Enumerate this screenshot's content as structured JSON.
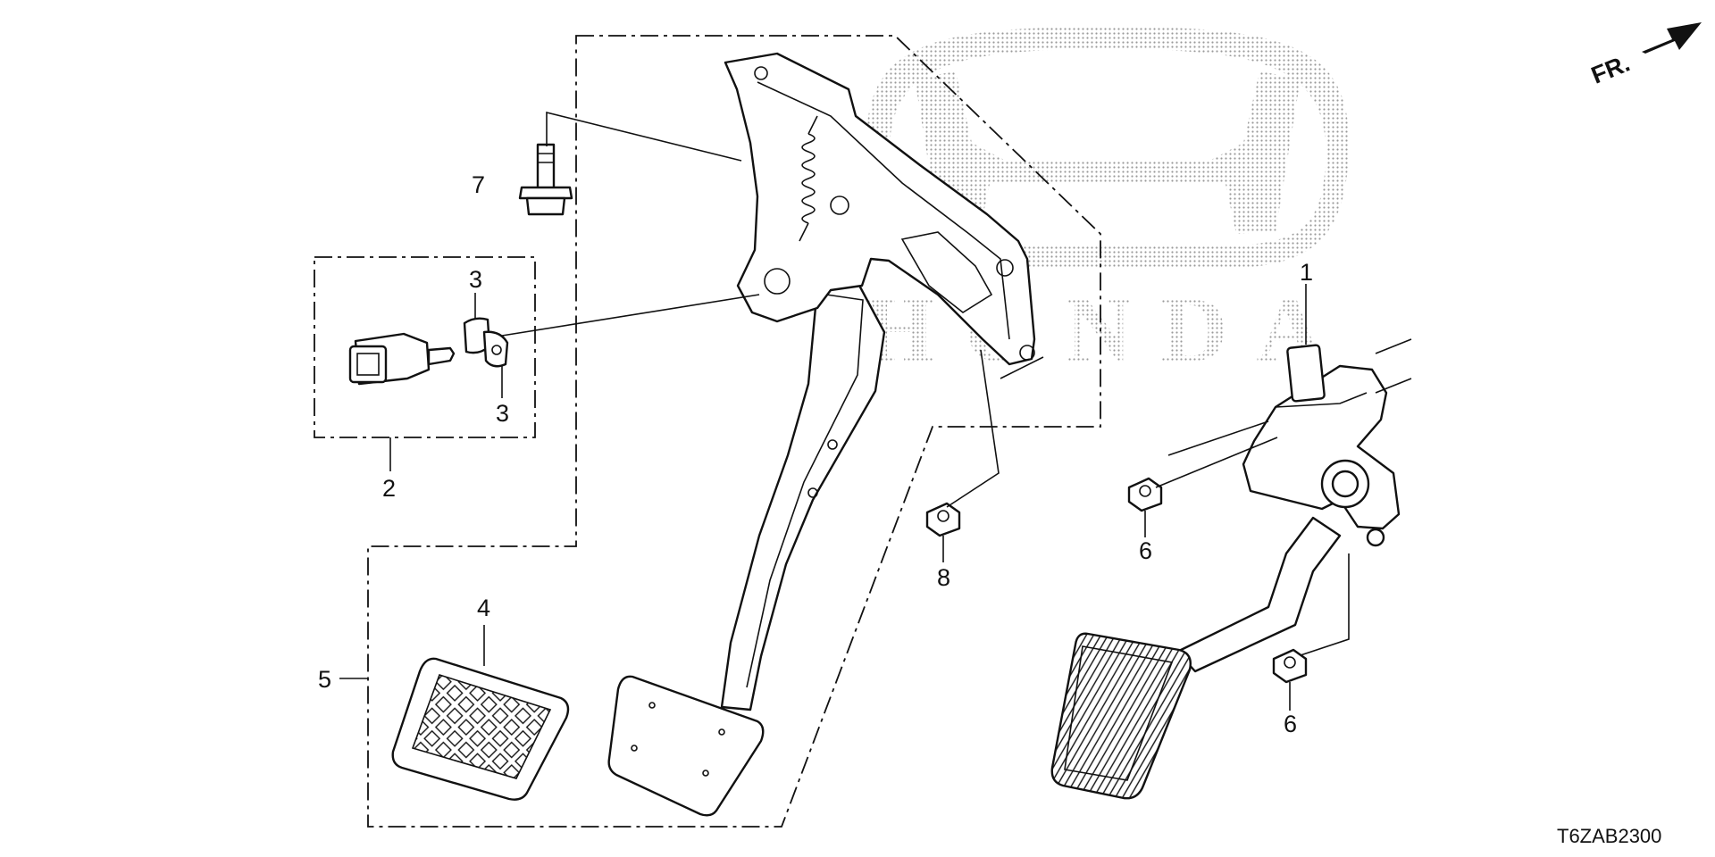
{
  "diagram": {
    "direction_label": "FR.",
    "drawing_code": "T6ZAB2300",
    "watermark": {
      "brand_text": "HONDA"
    },
    "callouts": {
      "c1": "1",
      "c2": "2",
      "c3a": "3",
      "c3b": "3",
      "c4": "4",
      "c5": "5",
      "c6a": "6",
      "c6b": "6",
      "c7": "7",
      "c8": "8"
    },
    "colors": {
      "line": "#111111",
      "watermark": "#9a9a9a",
      "background": "#ffffff"
    }
  }
}
